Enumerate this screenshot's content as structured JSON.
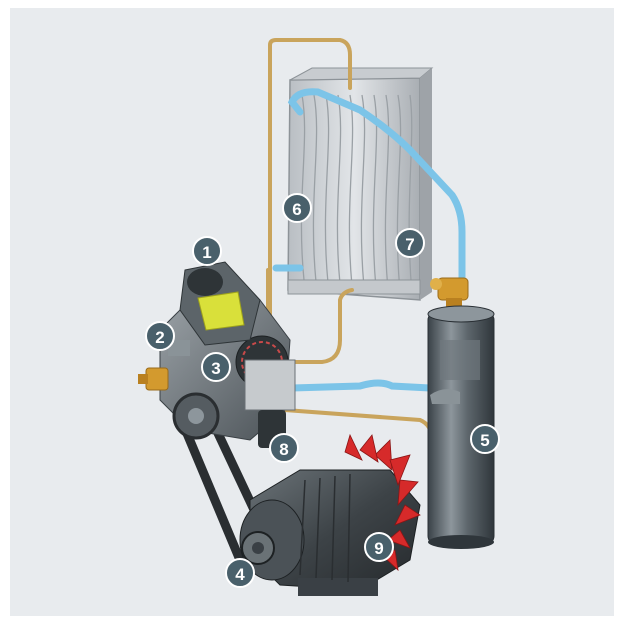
{
  "colors": {
    "background": "#e8ebee",
    "callout": "#49606b",
    "callout_text": "#ffffff",
    "copper_pipe": "#c9a45c",
    "coolant_pipe": "#7cc4e8",
    "fan": "#d62a2a",
    "motor": "#3d4347",
    "sensor_housing": "#d9e03a",
    "valve_brass": "#d39a2e"
  },
  "callouts": [
    {
      "id": "1",
      "label": "1"
    },
    {
      "id": "2",
      "label": "2"
    },
    {
      "id": "3",
      "label": "3"
    },
    {
      "id": "4",
      "label": "4"
    },
    {
      "id": "5",
      "label": "5"
    },
    {
      "id": "6",
      "label": "6"
    },
    {
      "id": "7",
      "label": "7"
    },
    {
      "id": "8",
      "label": "8"
    },
    {
      "id": "9",
      "label": "9"
    }
  ]
}
